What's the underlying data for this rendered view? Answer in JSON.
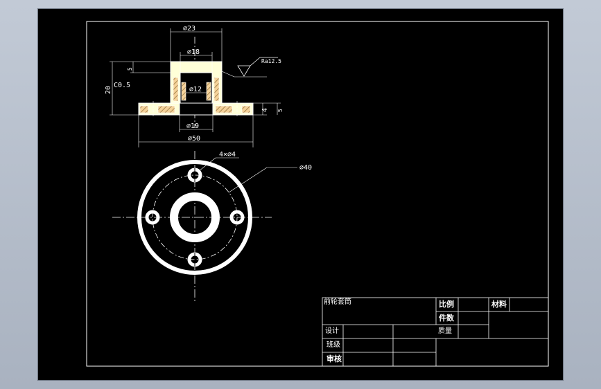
{
  "colors": {
    "background": "#000000",
    "outline": "#ffffff",
    "part_fill": "#ffffd8",
    "hatch_fill": "#f5d29a",
    "hatch_stroke": "#8a6a30",
    "centerline": "#ffffff"
  },
  "section_view": {
    "dims": {
      "outer_top": "⌀23",
      "inner_top": "⌀18",
      "bore": "⌀12",
      "neck": "⌀19",
      "flange": "⌀50",
      "height_total": "20",
      "chamfer": "C0.5",
      "top_step": "5",
      "flange_thk": "4",
      "flange_thk2": "5"
    },
    "roughness": "Ra12.5"
  },
  "top_view": {
    "holes": "4×⌀4",
    "pcd": "⌀40"
  },
  "title_block": {
    "part_name": "前轮套筒",
    "scale": "比例",
    "quantity": "件数",
    "material": "材料",
    "weight": "质量",
    "design": "设计",
    "class": "班级",
    "review": "审核"
  }
}
